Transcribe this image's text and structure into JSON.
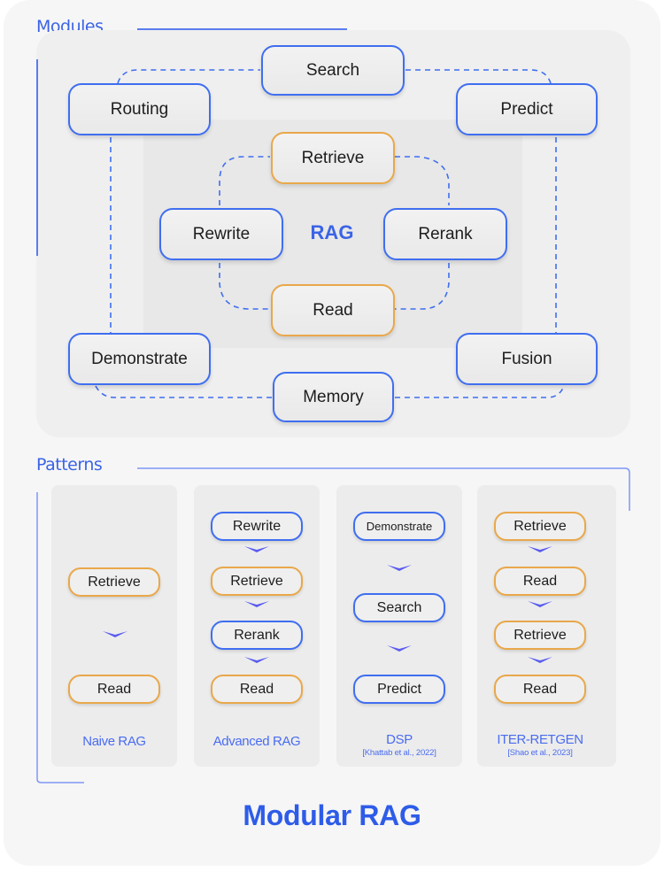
{
  "colors": {
    "accent_blue": "#3f6ef0",
    "accent_orange": "#e9a84a",
    "title_blue": "#2e5ce8",
    "background": "#f6f6f6"
  },
  "modules": {
    "label": "Modules",
    "outer_ring": [
      "Search",
      "Routing",
      "Predict",
      "Demonstrate",
      "Fusion",
      "Memory"
    ],
    "search": "Search",
    "routing": "Routing",
    "predict": "Predict",
    "demonstrate": "Demonstrate",
    "fusion": "Fusion",
    "memory": "Memory",
    "rag": {
      "center_label": "RAG",
      "retrieve": "Retrieve",
      "rewrite": "Rewrite",
      "rerank": "Rerank",
      "read": "Read"
    }
  },
  "patterns": {
    "label": "Patterns",
    "columns": [
      {
        "title": "Naive RAG",
        "citation": "",
        "steps": [
          {
            "label": "Retrieve",
            "color": "orange"
          },
          {
            "label": "Read",
            "color": "orange"
          }
        ]
      },
      {
        "title": "Advanced RAG",
        "citation": "",
        "steps": [
          {
            "label": "Rewrite",
            "color": "blue"
          },
          {
            "label": "Retrieve",
            "color": "orange"
          },
          {
            "label": "Rerank",
            "color": "blue"
          },
          {
            "label": "Read",
            "color": "orange"
          }
        ]
      },
      {
        "title": "DSP",
        "citation": "[Khattab et al., 2022]",
        "steps": [
          {
            "label": "Demonstrate",
            "color": "blue"
          },
          {
            "label": "Search",
            "color": "blue"
          },
          {
            "label": "Predict",
            "color": "blue"
          }
        ]
      },
      {
        "title": "ITER-RETGEN",
        "citation": "[Shao et al., 2023]",
        "steps": [
          {
            "label": "Retrieve",
            "color": "orange"
          },
          {
            "label": "Read",
            "color": "orange"
          },
          {
            "label": "Retrieve",
            "color": "orange"
          },
          {
            "label": "Read",
            "color": "orange"
          }
        ],
        "loop": "Read back to Retrieve"
      }
    ]
  },
  "title": "Modular RAG"
}
